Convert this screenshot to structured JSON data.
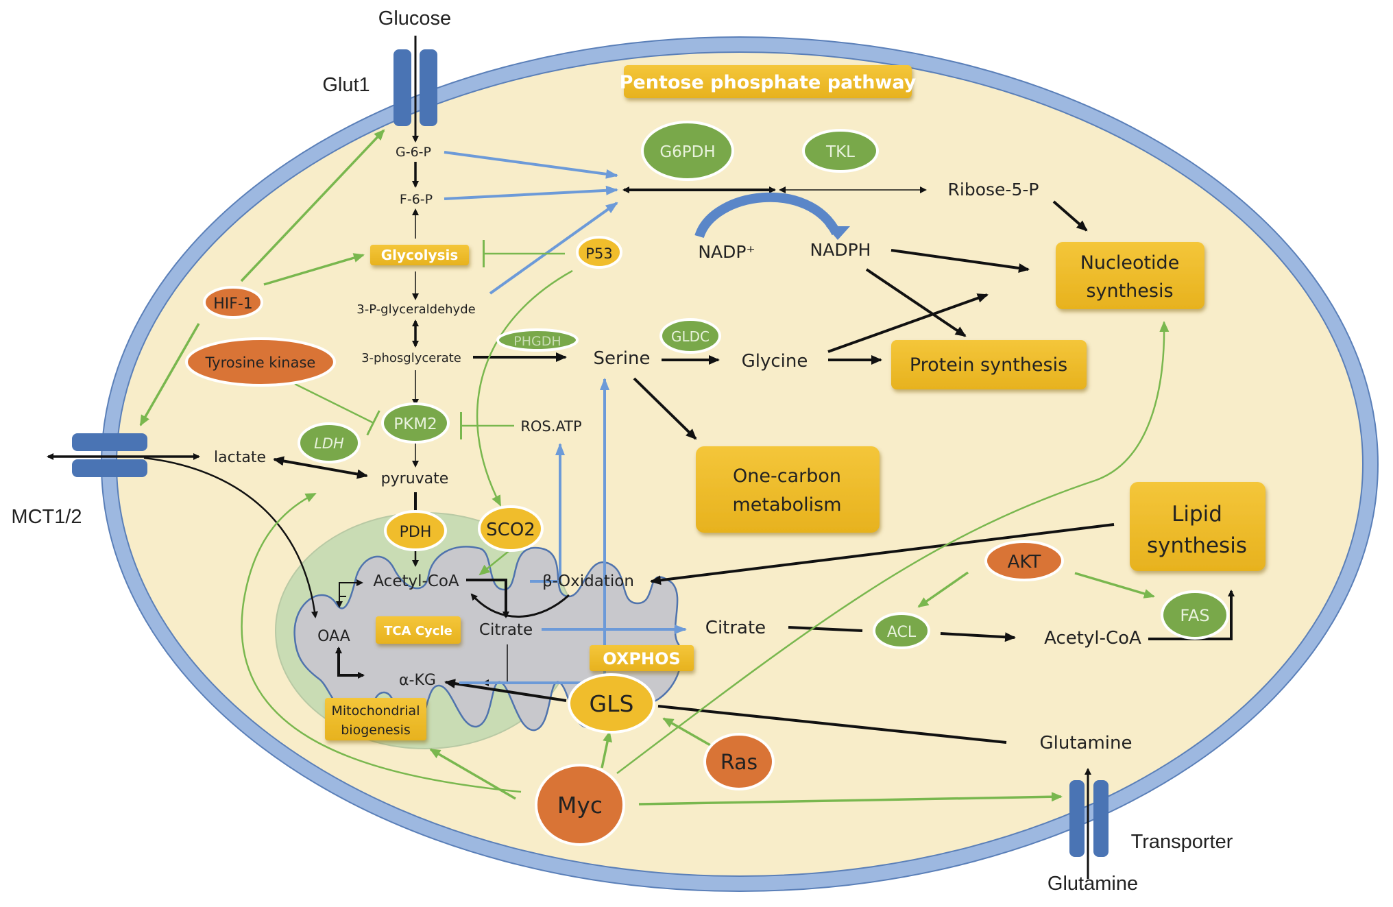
{
  "colors": {
    "cytoplasm": "#f8edc9",
    "membrane": "#9db8e0",
    "membrane_stroke": "#5a7fb8",
    "transporter": "#4a74b4",
    "mito_outer": "#c9dcb4",
    "mito_inner": "#c8c8cc",
    "enzyme_green": "#79a84a",
    "onco_orange": "#d97436",
    "yellow_box": "#f0bd2c",
    "activation_arrow": "#79b74e",
    "flux_blue": "#6c9ad8",
    "metabolic_black": "#111111"
  },
  "external": {
    "glucose": "Glucose",
    "glut1": "Glut1",
    "mct": "MCT1/2",
    "transporter": "Transporter",
    "glutamine_out": "Glutamine"
  },
  "pathways": {
    "pentose_phosphate": "Pentose phosphate pathway",
    "glycolysis": "Glycolysis",
    "tca_cycle": "TCA Cycle",
    "oxphos": "OXPHOS",
    "mito_biogenesis": [
      "Mitochondrial",
      "biogenesis"
    ],
    "nucleotide_synthesis": [
      "Nucleotide",
      "synthesis"
    ],
    "protein_synthesis": "Protein synthesis",
    "one_carbon": [
      "One-carbon",
      "metabolism"
    ],
    "lipid_synthesis": [
      "Lipid",
      "synthesis"
    ]
  },
  "metabolites": {
    "g6p": "G-6-P",
    "f6p": "F-6-P",
    "g3p": "3-P-glyceraldehyde",
    "pg3": "3-phosglycerate",
    "serine": "Serine",
    "glycine": "Glycine",
    "pyruvate": "pyruvate",
    "lactate": "lactate",
    "ros_atp": "ROS.ATP",
    "ribose5p": "Ribose-5-P",
    "nadp": "NADP⁺",
    "nadph": "NADPH",
    "acetylcoa_mito": "Acetyl-CoA",
    "beta_oxidation": "β-Oxidation",
    "oaa": "OAA",
    "citrate_mito": "Citrate",
    "akg": "α-KG",
    "citrate_cyto": "Citrate",
    "acetylcoa_cyto": "Acetyl-CoA",
    "glutamine_in": "Glutamine"
  },
  "enzymes": {
    "g6pdh": "G6PDH",
    "tkl": "TKL",
    "phgdh": "PHGDH",
    "gldc": "GLDC",
    "pkm2": "PKM2",
    "ldh": "LDH",
    "acl": "ACL",
    "fas": "FAS"
  },
  "regulators": {
    "p53": "P53",
    "pdh": "PDH",
    "sco2": "SCO2",
    "gls": "GLS",
    "hif1": "HIF-1",
    "tyrosine_kinase": "Tyrosine kinase",
    "akt": "AKT",
    "ras": "Ras",
    "myc": "Myc"
  }
}
